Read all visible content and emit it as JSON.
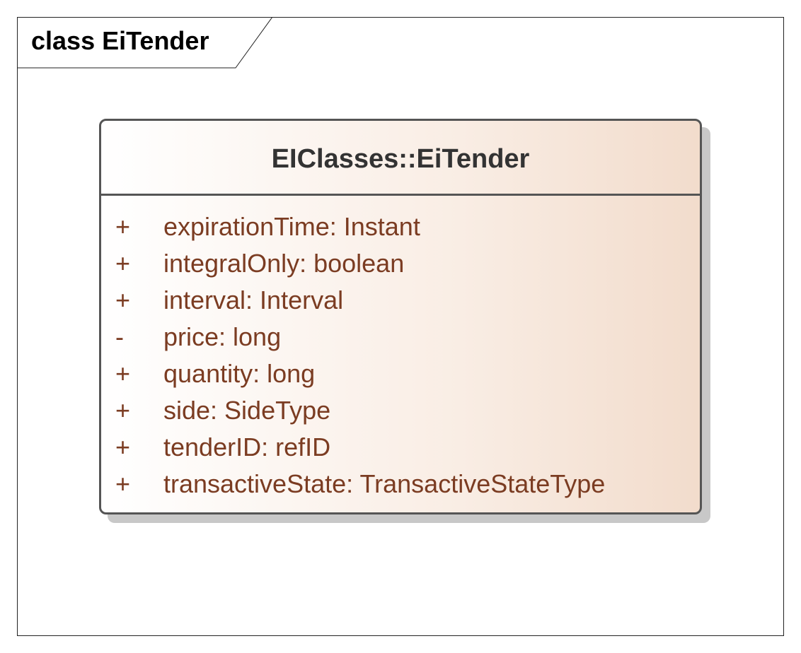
{
  "frame": {
    "title": "class EiTender"
  },
  "class": {
    "name": "EIClasses::EiTender",
    "attributes": [
      {
        "visibility": "+",
        "text": "expirationTime: Instant"
      },
      {
        "visibility": "+",
        "text": "integralOnly: boolean"
      },
      {
        "visibility": "+",
        "text": "interval: Interval"
      },
      {
        "visibility": "-",
        "text": "price: long"
      },
      {
        "visibility": "+",
        "text": "quantity: long"
      },
      {
        "visibility": "+",
        "text": "side: SideType"
      },
      {
        "visibility": "+",
        "text": "tenderID: refID"
      },
      {
        "visibility": "+",
        "text": "transactiveState: TransactiveStateType"
      }
    ]
  },
  "colors": {
    "border": "#555555",
    "attribute_text": "#7b3c22",
    "gradient_end": "#f2dccc"
  }
}
